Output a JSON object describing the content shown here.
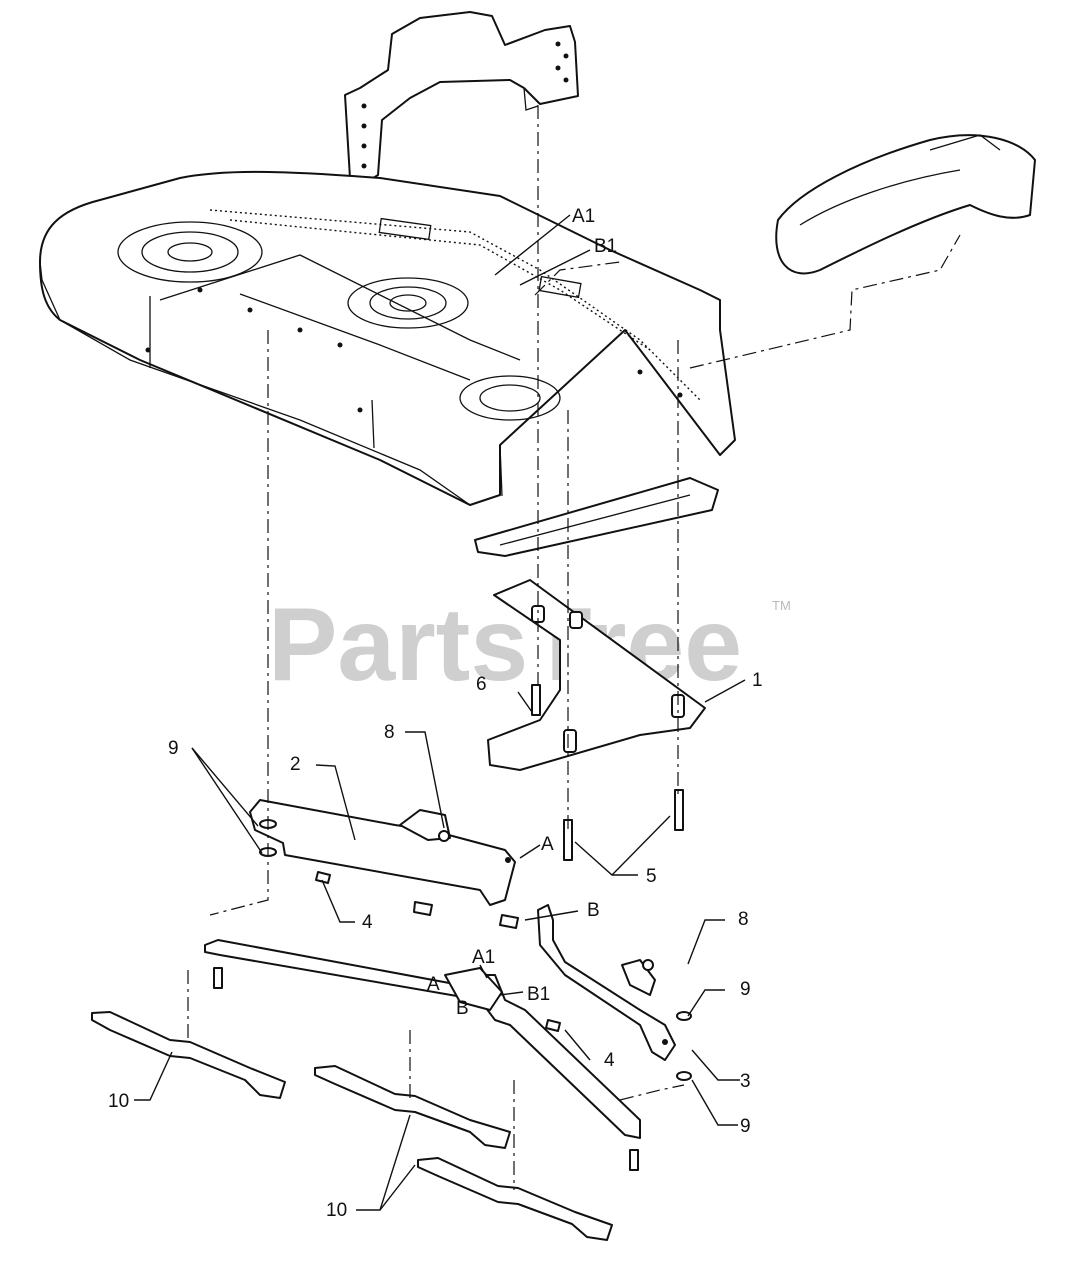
{
  "watermark": {
    "text": "PartsTree",
    "trademark": "TM"
  },
  "callouts": {
    "part_1": "1",
    "part_2": "2",
    "part_3": "3",
    "part_4_left": "4",
    "part_4_right": "4",
    "part_5": "5",
    "part_6": "6",
    "part_8_left": "8",
    "part_8_right": "8",
    "part_9_left": "9",
    "part_9_right_upper": "9",
    "part_9_right_lower": "9",
    "part_10_left": "10",
    "part_10_bottom": "10"
  },
  "reference_marks": {
    "a1_top": "A1",
    "b1_top": "B1",
    "a_left_baffle": "A",
    "b_right_baffle": "B",
    "a1_lower": "A1",
    "a_lower": "A",
    "b_lower": "B",
    "b1_lower": "B1"
  }
}
